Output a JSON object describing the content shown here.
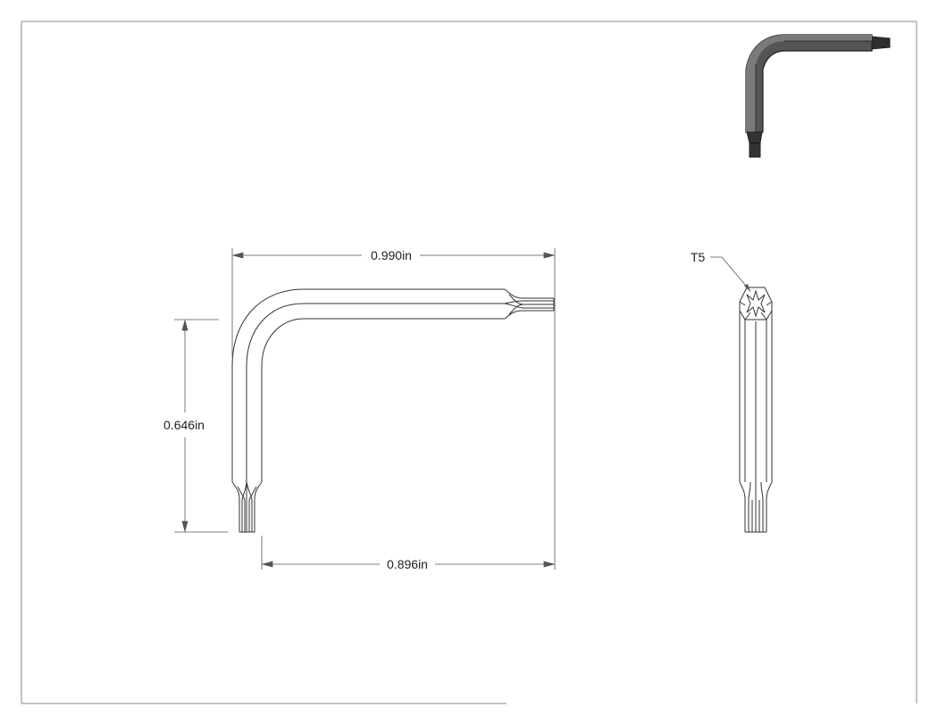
{
  "dimensions": {
    "overall_width": "0.990in",
    "height": "0.646in",
    "lower_width": "0.896in"
  },
  "callouts": {
    "tip_size": "T5"
  },
  "colors": {
    "line": "#555555",
    "outline": "#333333",
    "iso_dark": "#3a3a3a",
    "iso_mid": "#5e5e5e",
    "iso_light": "#8a8a8a"
  }
}
